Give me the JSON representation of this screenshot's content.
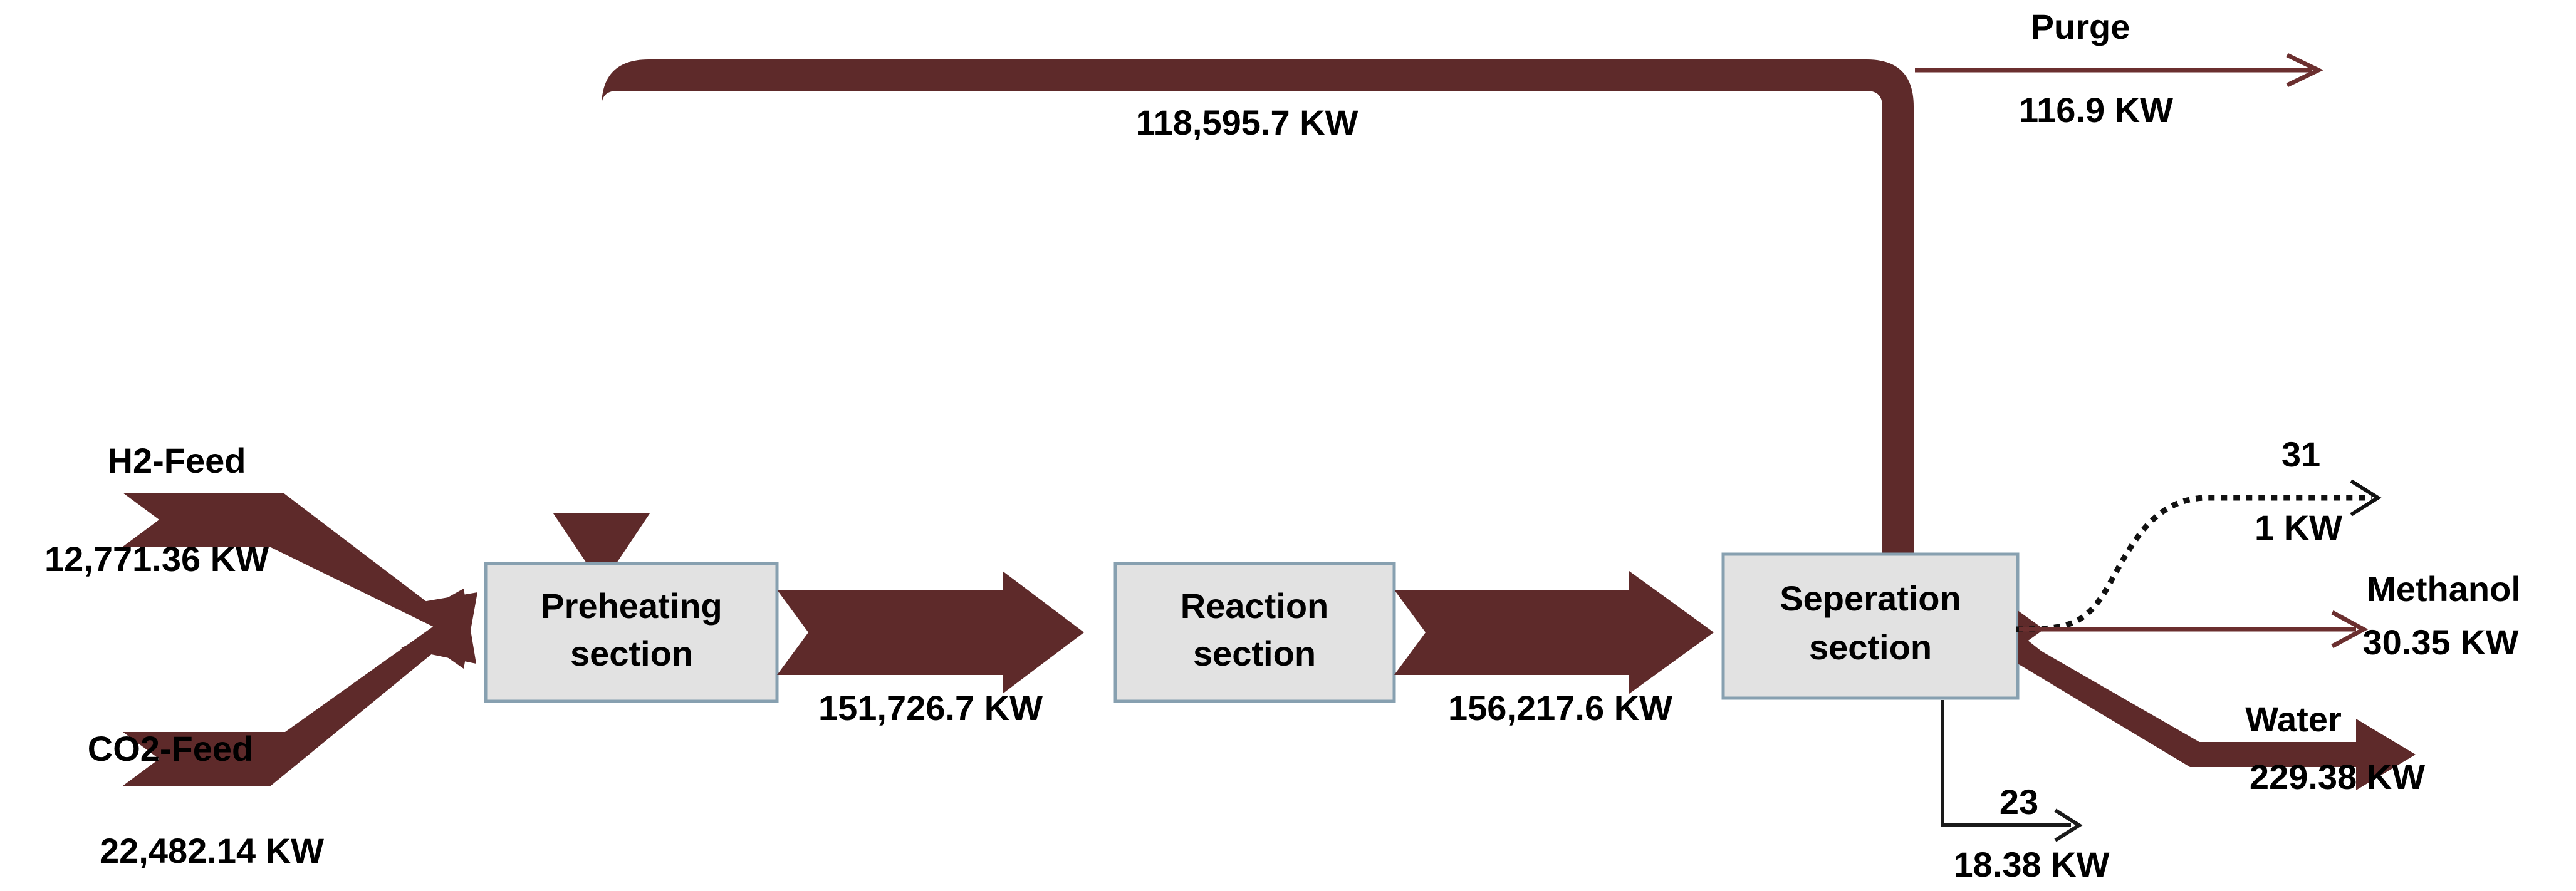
{
  "diagram": {
    "title": "Methanol Synthesis Process Energy Flow (Sankey)",
    "units": "KW",
    "colors": {
      "flow_dark_red": "#5e2a2a",
      "thin_flow_red": "#6b2f2f",
      "box_fill": "#e2e2e2",
      "box_border": "#87a0b0",
      "text": "#000000",
      "dotted_stream": "#111111",
      "background": "#ffffff"
    },
    "nodes": [
      {
        "id": "preheating",
        "label_line1": "Preheating",
        "label_line2": "section"
      },
      {
        "id": "reaction",
        "label_line1": "Reaction",
        "label_line2": "section"
      },
      {
        "id": "separation",
        "label_line1": "Seperation",
        "label_line2": "section"
      }
    ],
    "streams": [
      {
        "id": "h2-feed",
        "name": "H2-Feed",
        "value": "12,771.36 KW",
        "style": "thick"
      },
      {
        "id": "co2-feed",
        "name": "CO2-Feed",
        "value": "22,482.14 KW",
        "style": "thick"
      },
      {
        "id": "preheat-out",
        "name": "",
        "value": "151,726.7 KW",
        "style": "thick"
      },
      {
        "id": "reactor-out",
        "name": "",
        "value": "156,217.6 KW",
        "style": "thick"
      },
      {
        "id": "recycle",
        "name": "",
        "value": "118,595.7 KW",
        "style": "thick"
      },
      {
        "id": "purge",
        "name": "Purge",
        "value": "116.9 KW",
        "style": "thin"
      },
      {
        "id": "stream-31",
        "name": "31",
        "value": "1 KW",
        "style": "dotted"
      },
      {
        "id": "methanol",
        "name": "Methanol",
        "value": "30.35 KW",
        "style": "thin"
      },
      {
        "id": "water",
        "name": "Water",
        "value": "229.38 KW",
        "style": "medium"
      },
      {
        "id": "stream-23",
        "name": "23",
        "value": "18.38 KW",
        "style": "thin-black"
      }
    ]
  },
  "chart_data": {
    "type": "sankey",
    "title": "Methanol Synthesis Process Energy Flow",
    "unit": "KW",
    "nodes": [
      "H2-Feed",
      "CO2-Feed",
      "Preheating section",
      "Reaction section",
      "Seperation section",
      "Purge",
      "31",
      "Methanol",
      "Water",
      "23"
    ],
    "links": [
      {
        "source": "H2-Feed",
        "target": "Preheating section",
        "value": 12771.36,
        "label": "12,771.36 KW"
      },
      {
        "source": "CO2-Feed",
        "target": "Preheating section",
        "value": 22482.14,
        "label": "22,482.14 KW"
      },
      {
        "source": "Preheating section",
        "target": "Reaction section",
        "value": 151726.7,
        "label": "151,726.7 KW"
      },
      {
        "source": "Reaction section",
        "target": "Seperation section",
        "value": 156217.6,
        "label": "156,217.6 KW"
      },
      {
        "source": "Seperation section",
        "target": "Preheating section",
        "value": 118595.7,
        "label": "118,595.7 KW"
      },
      {
        "source": "Seperation section",
        "target": "Purge",
        "value": 116.9,
        "label": "116.9 KW"
      },
      {
        "source": "Seperation section",
        "target": "31",
        "value": 1,
        "label": "1 KW"
      },
      {
        "source": "Seperation section",
        "target": "Methanol",
        "value": 30.35,
        "label": "30.35 KW"
      },
      {
        "source": "Seperation section",
        "target": "Water",
        "value": 229.38,
        "label": "229.38 KW"
      },
      {
        "source": "Seperation section",
        "target": "23",
        "value": 18.38,
        "label": "18.38 KW"
      }
    ]
  },
  "labels": {
    "h2_feed_name": "H2-Feed",
    "h2_feed_value": "12,771.36 KW",
    "co2_feed_name": "CO2-Feed",
    "co2_feed_value": "22,482.14 KW",
    "preheating_l1": "Preheating",
    "preheating_l2": "section",
    "reaction_l1": "Reaction",
    "reaction_l2": "section",
    "separation_l1": "Seperation",
    "separation_l2": "section",
    "preheat_out_value": "151,726.7 KW",
    "reactor_out_value": "156,217.6 KW",
    "recycle_value": "118,595.7 KW",
    "purge_name": "Purge",
    "purge_value": "116.9 KW",
    "stream31_name": "31",
    "stream31_value": "1 KW",
    "methanol_name": "Methanol",
    "methanol_value": "30.35 KW",
    "water_name": "Water",
    "water_value": "229.38 KW",
    "stream23_name": "23",
    "stream23_value": "18.38 KW"
  }
}
